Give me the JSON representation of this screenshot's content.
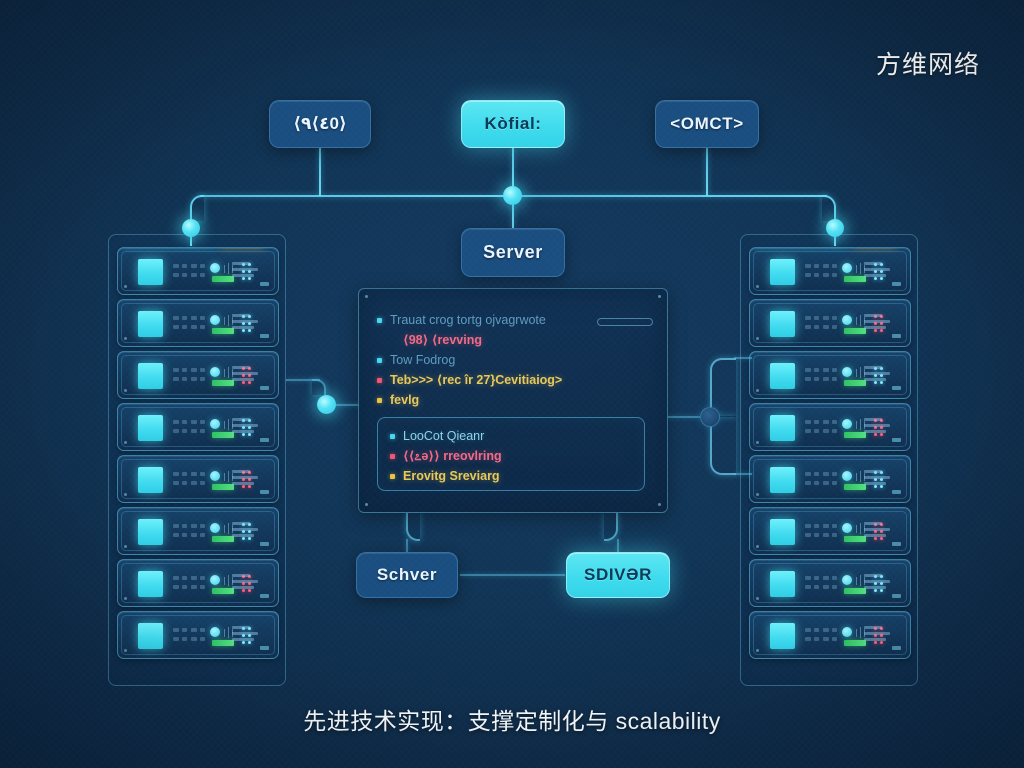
{
  "meta": {
    "watermark": "方维网络",
    "caption": "先进技术实现：支撑定制化与 scalability"
  },
  "colors": {
    "background": "#0b2240",
    "background_center": "#143a60",
    "accent_cyan": "#3fdcee",
    "node_glow": "#54e2f5",
    "pill_dark": "#1a4e80",
    "rack_border": "#5cb2dc",
    "led_red": "#ff5f7a",
    "led_cyan": "#7fe9ff",
    "status_green": "#2fbf66",
    "status_yellow": "#f0b429",
    "log_pink": "#f26a86",
    "log_yellow": "#e9c85a",
    "log_cyan": "#8fd3e8",
    "text_white": "#f2f7fc"
  },
  "top_nodes": [
    {
      "label": "⟨٩⟨٤0⟩",
      "style": "dark",
      "name": "top-node-left"
    },
    {
      "label": "Kòfial:",
      "style": "bright",
      "name": "top-node-center"
    },
    {
      "label": "<OMCT>",
      "style": "dark",
      "name": "top-node-right"
    }
  ],
  "center_node": {
    "label": "Server",
    "style": "dark",
    "name": "center-server-node"
  },
  "bottom_nodes": [
    {
      "label": "Schver",
      "style": "dark",
      "name": "bottom-node-left"
    },
    {
      "label": "SDIVƏR",
      "style": "bright",
      "name": "bottom-node-right"
    }
  ],
  "log_panel": {
    "lines": [
      {
        "bullet": "cyan",
        "text": "Trauat crog tortg ojvagrwote",
        "color": "faint",
        "indent": false,
        "trailing_pill": true
      },
      {
        "bullet": "none",
        "text": "⟨98⟩ ⟨revving",
        "color": "pink",
        "indent": true,
        "trailing_pill": false
      },
      {
        "bullet": "cyan",
        "text": "Tow Fodrog",
        "color": "faint",
        "indent": false,
        "trailing_pill": false
      },
      {
        "bullet": "pink",
        "text": "Teb>>> ⟨rec îr 27}Cevitiaiog>",
        "color": "yellow",
        "indent": false,
        "trailing_pill": false
      },
      {
        "bullet": "yellow",
        "text": "fevlg",
        "color": "yellow",
        "indent": false,
        "trailing_pill": false
      }
    ],
    "boxed_lines": [
      {
        "bullet": "cyan",
        "text": "LooCot Qieanr",
        "color": "cyan"
      },
      {
        "bullet": "pink",
        "text": "⟨⟨೭ə⟩⟩ rreovlring",
        "color": "pink"
      },
      {
        "bullet": "yellow",
        "text": "Erovitg Sreviarg",
        "color": "yellow"
      }
    ]
  },
  "racks": {
    "left": {
      "name": "server-rack-left",
      "unit_count": 8
    },
    "right": {
      "name": "server-rack-right",
      "unit_count": 8
    }
  }
}
